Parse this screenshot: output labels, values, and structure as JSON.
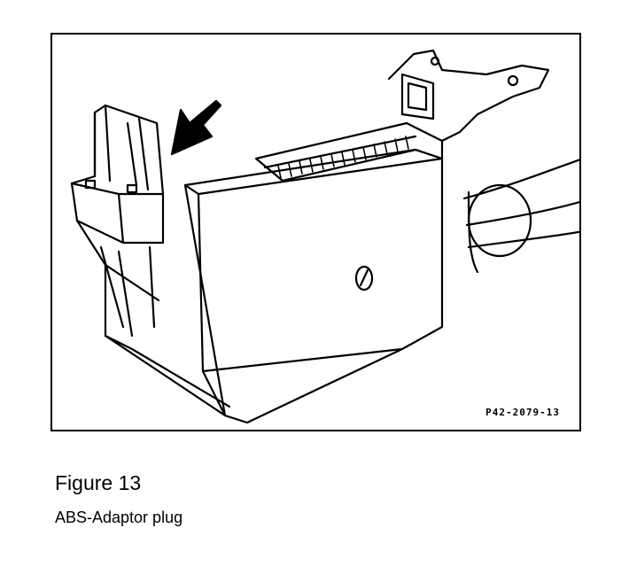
{
  "figure": {
    "code": "P42-2079-13",
    "title": "Figure 13",
    "caption": "ABS-Adaptor plug"
  }
}
